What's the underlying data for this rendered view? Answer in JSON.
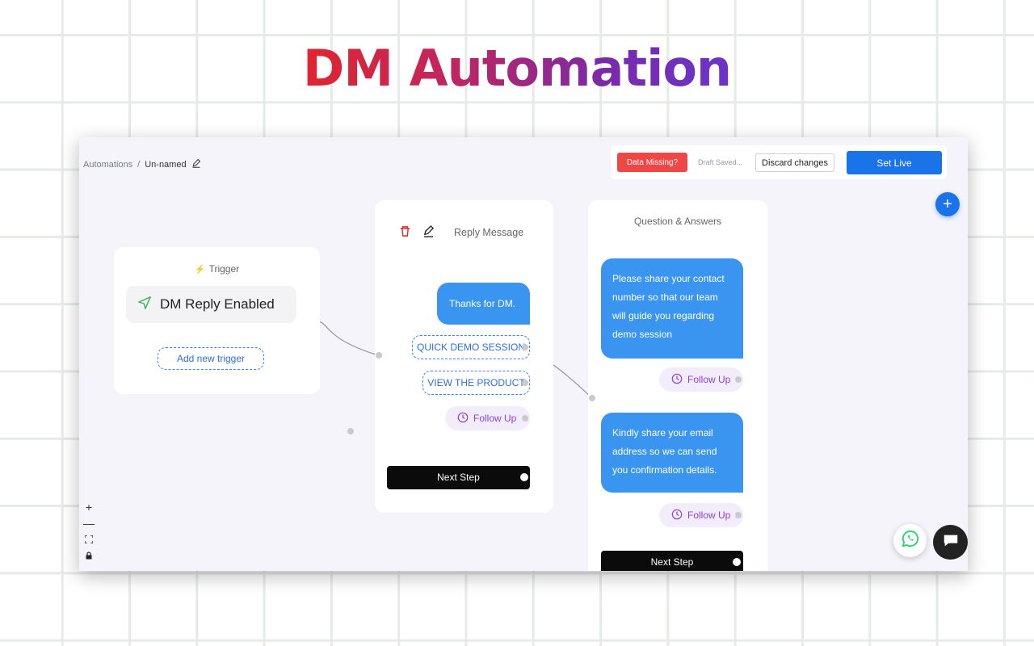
{
  "hero": {
    "title": "DM Automation"
  },
  "breadcrumb": {
    "root": "Automations",
    "separator": "/",
    "current": "Un-named"
  },
  "toolbar": {
    "data_missing": "Data Missing?",
    "draft_status": "Draft Saved...",
    "discard": "Discard changes",
    "set_live": "Set Live"
  },
  "canvas": {
    "add_node": "+"
  },
  "trigger_node": {
    "heading": "Trigger",
    "trigger_label": "DM Reply Enabled",
    "add_trigger": "Add new trigger"
  },
  "reply_node": {
    "heading": "Reply Message",
    "message": "Thanks for DM.",
    "buttons": [
      "QUICK DEMO SESSION",
      "VIEW THE PRODUCT"
    ],
    "follow_up": "Follow Up",
    "next_step": "Next Step"
  },
  "qa_node": {
    "heading": "Question & Answers",
    "questions": [
      {
        "text": "Please share your contact number so that our team will guide you regarding demo session",
        "follow_up": "Follow Up"
      },
      {
        "text": "Kindly share your email address so we can send you confirmation details.",
        "follow_up": "Follow Up"
      }
    ],
    "next_step": "Next Step"
  },
  "zoom": {
    "zoom_in": "+",
    "zoom_out": "—"
  },
  "colors": {
    "primary": "#1a73e8",
    "danger": "#f04646",
    "bubble": "#3a95f0",
    "follow_up": "#8a44d6",
    "whatsapp": "#25d366"
  }
}
